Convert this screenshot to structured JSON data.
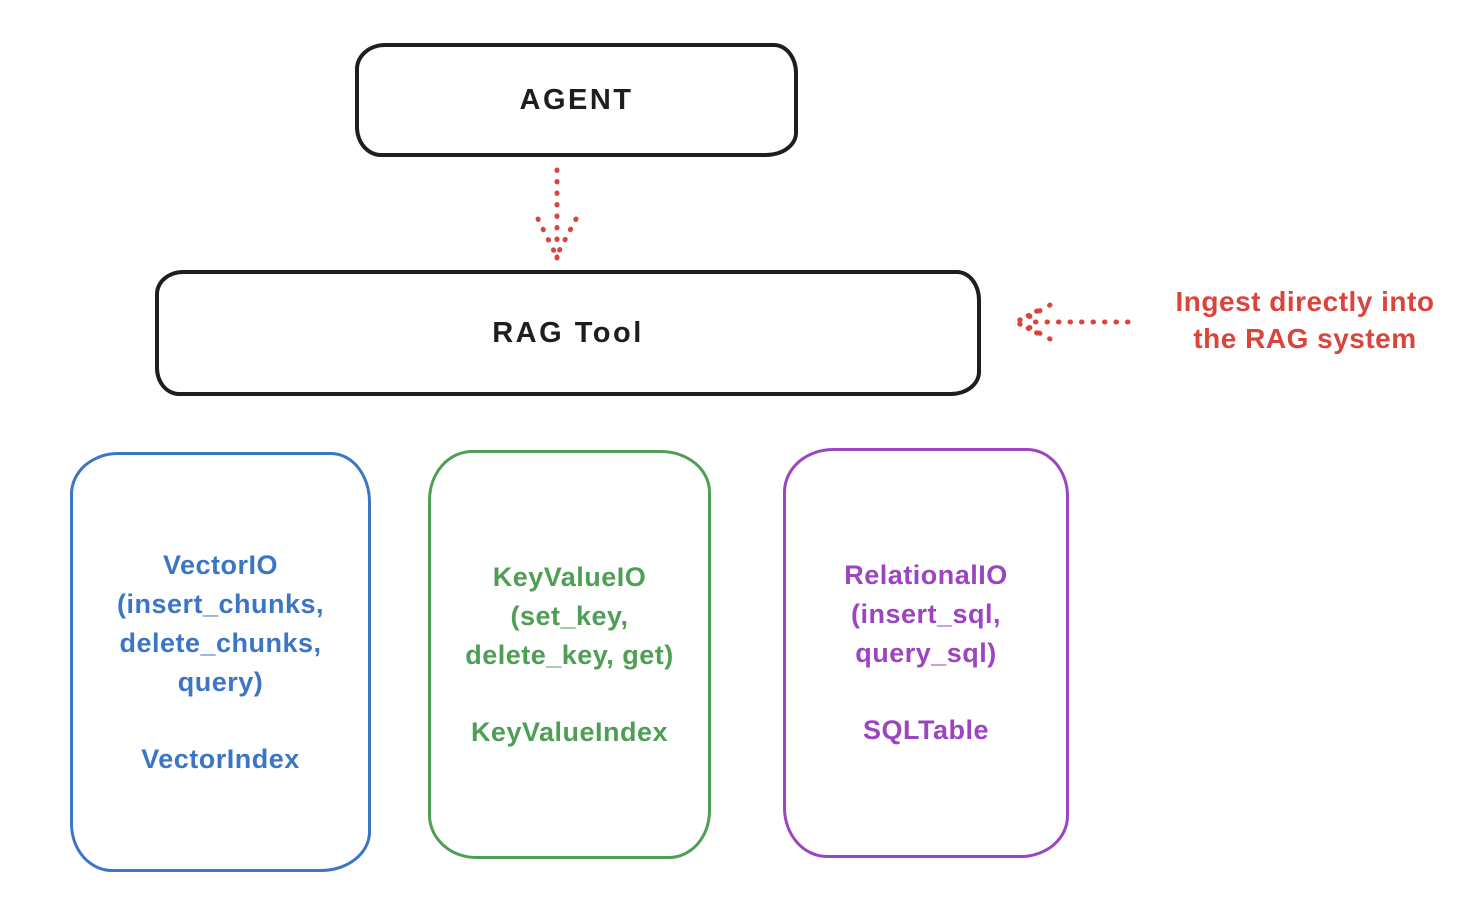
{
  "diagram": {
    "agent_box": {
      "label": "AGENT"
    },
    "rag_box": {
      "label": "RAG Tool"
    },
    "annotation": {
      "line1": "Ingest directly into",
      "line2": "the RAG system"
    },
    "io_boxes": [
      {
        "name": "vector-io",
        "color": "#3b76c4",
        "lines": [
          "VectorIO",
          "(insert_chunks,",
          "delete_chunks,",
          "query)"
        ],
        "index_label": "VectorIndex"
      },
      {
        "name": "keyvalue-io",
        "color": "#4f9e55",
        "lines": [
          "KeyValueIO",
          "(set_key,",
          "delete_key, get)"
        ],
        "index_label": "KeyValueIndex"
      },
      {
        "name": "relational-io",
        "color": "#9b45c1",
        "lines": [
          "RelationalIO",
          "(insert_sql,",
          "query_sql)"
        ],
        "index_label": "SQLTable"
      }
    ],
    "colors": {
      "ink": "#1e1e1e",
      "red": "#d9453d",
      "blue": "#3b76c4",
      "green": "#4f9e55",
      "purple": "#9b45c1"
    }
  }
}
